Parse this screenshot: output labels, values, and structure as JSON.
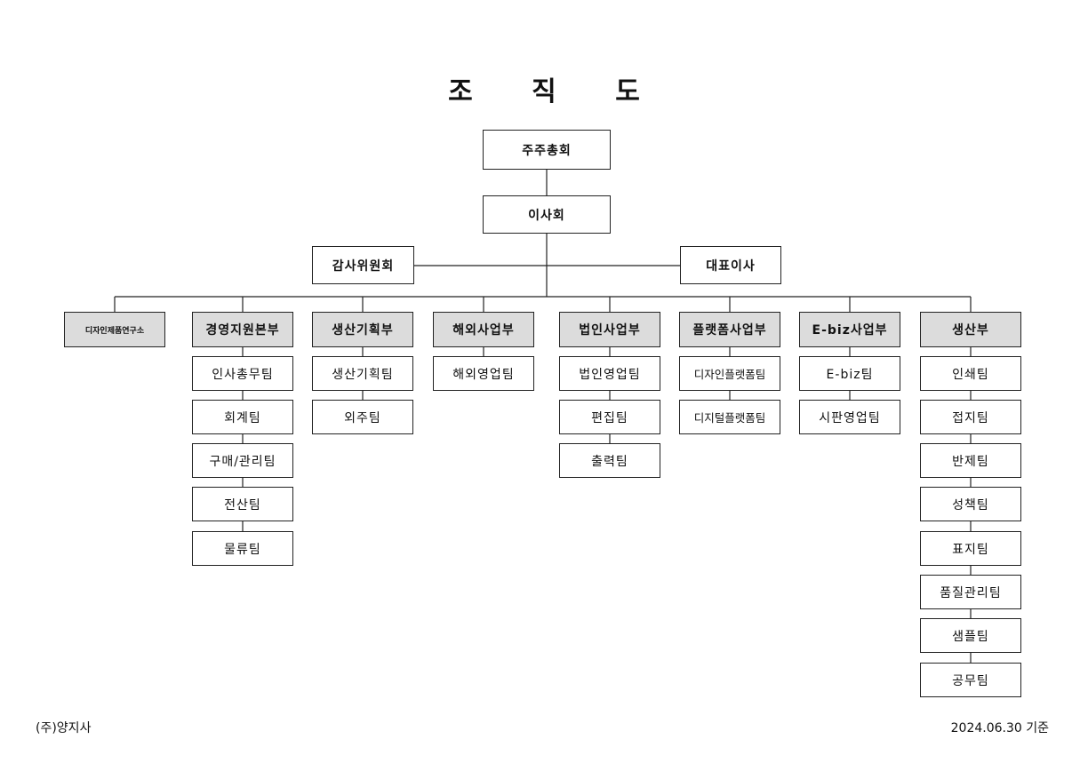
{
  "title": "조 직 도",
  "top": {
    "shareholders": "주주총회",
    "board": "이사회",
    "audit": "감사위원회",
    "ceo": "대표이사"
  },
  "departments": [
    {
      "name": "디자인제품연구소",
      "teams": []
    },
    {
      "name": "경영지원본부",
      "teams": [
        "인사총무팀",
        "회계팀",
        "구매/관리팀",
        "전산팀",
        "물류팀"
      ]
    },
    {
      "name": "생산기획부",
      "teams": [
        "생산기획팀",
        "외주팀"
      ]
    },
    {
      "name": "해외사업부",
      "teams": [
        "해외영업팀"
      ]
    },
    {
      "name": "법인사업부",
      "teams": [
        "법인영업팀",
        "편집팀",
        "출력팀"
      ]
    },
    {
      "name": "플랫폼사업부",
      "teams": [
        "디자인플랫폼팀",
        "디지털플랫폼팀"
      ]
    },
    {
      "name": "E-biz사업부",
      "teams": [
        "E-biz팀",
        "시판영업팀"
      ]
    },
    {
      "name": "생산부",
      "teams": [
        "인쇄팀",
        "접지팀",
        "반제팀",
        "성책팀",
        "표지팀",
        "품질관리팀",
        "샘플팀",
        "공무팀"
      ]
    }
  ],
  "footer": {
    "company": "(주)양지사",
    "date": "2024.06.30 기준"
  },
  "colors": {
    "line": "#222222",
    "dept_fill": "#dcdcdc",
    "box_fill": "#ffffff"
  }
}
